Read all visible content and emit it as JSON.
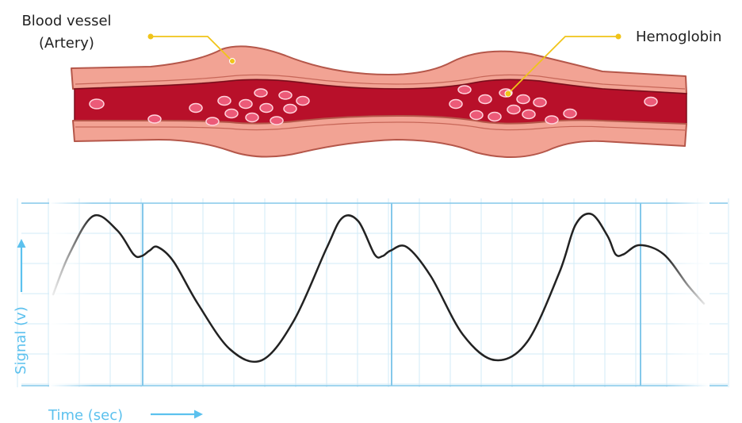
{
  "labels": {
    "vessel_line1": "Blood vessel",
    "vessel_line2": "(Artery)",
    "hemoglobin": "Hemoglobin"
  },
  "axes": {
    "y_label": "Signal (v)",
    "x_label": "Time (sec)"
  },
  "colors": {
    "vessel_wall": "#f2a394",
    "vessel_wall_dark": "#c0584a",
    "blood": "#b8102a",
    "blood_cell": "#ec5a78",
    "callout": "#f0c419",
    "grid": "#d2ebf7",
    "grid_major": "#84c8ea",
    "axis_accent": "#5cc1ee",
    "signal": "#222222"
  },
  "icons": {
    "y_arrow": "arrow-up-icon",
    "x_arrow": "arrow-right-icon"
  },
  "chart_data": {
    "type": "line",
    "series": [
      {
        "x": [
          0.0,
          0.2,
          0.5,
          0.8,
          1.0,
          1.1,
          1.2,
          1.3,
          1.5,
          1.8,
          2.2,
          2.6,
          3.0,
          3.4,
          3.6,
          3.8,
          4.0,
          4.1,
          4.2,
          4.4,
          4.7,
          5.1,
          5.5,
          5.9,
          6.3,
          6.5,
          6.7,
          6.9,
          7.0,
          7.1,
          7.3,
          7.6,
          7.9,
          8.1
        ],
        "y": [
          0.5,
          0.72,
          0.93,
          0.85,
          0.72,
          0.71,
          0.74,
          0.76,
          0.68,
          0.45,
          0.2,
          0.14,
          0.36,
          0.75,
          0.92,
          0.9,
          0.72,
          0.71,
          0.74,
          0.76,
          0.6,
          0.28,
          0.14,
          0.24,
          0.62,
          0.88,
          0.94,
          0.82,
          0.72,
          0.72,
          0.77,
          0.72,
          0.55,
          0.45
        ]
      }
    ]
  }
}
